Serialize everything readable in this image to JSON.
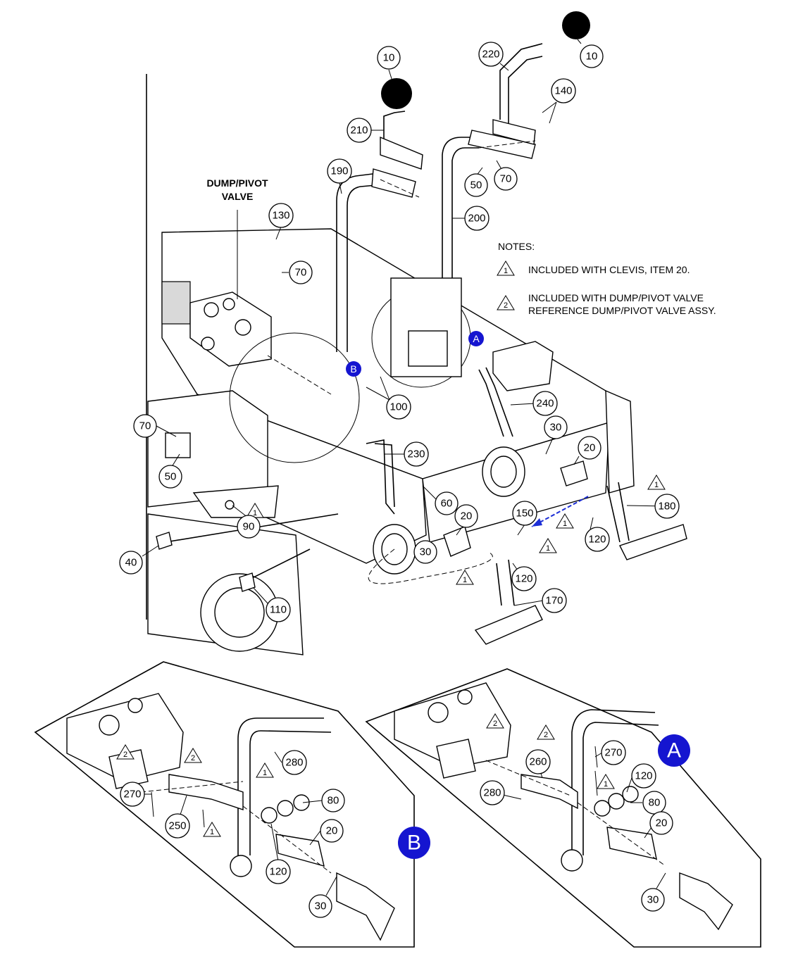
{
  "title": {
    "line1": "DUMP/PIVOT",
    "line2": "VALVE"
  },
  "notes": {
    "heading": "NOTES:",
    "note1_mark": "1",
    "note1_text": "INCLUDED WITH CLEVIS, ITEM 20.",
    "note2_mark": "2",
    "note2_line1": "INCLUDED WITH DUMP/PIVOT VALVE",
    "note2_line2": "REFERENCE DUMP/PIVOT VALVE ASSY."
  },
  "callouts": {
    "main_a": "A",
    "main_b": "B",
    "detail_a": "A",
    "detail_b": "B"
  },
  "balloons": {
    "knob_left": "10",
    "knob_right": "10",
    "lever_220": "220",
    "screws_140": "140",
    "lever_210": "210",
    "handle_190": "190",
    "handle_200": "200",
    "nut_50_top": "50",
    "washer_70_top": "70",
    "bolt_130": "130",
    "washer_70_mid": "70",
    "washer_70_left": "70",
    "nut_50_left": "50",
    "washers_100": "100",
    "link_240": "240",
    "link_230": "230",
    "nut_30_right": "30",
    "clevis_20_right": "20",
    "pedal_180": "180",
    "pin_150": "150",
    "washer_120_right": "120",
    "nut_60": "60",
    "clevis_20_mid": "20",
    "nut_30_mid": "30",
    "washer_120_mid": "120",
    "pedal_170": "170",
    "bracket_90": "90",
    "bolt_40": "40",
    "rod_110": "110",
    "b_280": "280",
    "b_80": "80",
    "b_270": "270",
    "b_250": "250",
    "b_20": "20",
    "b_120": "120",
    "b_30": "30",
    "a_270": "270",
    "a_120": "120",
    "a_260": "260",
    "a_280": "280",
    "a_80": "80",
    "a_20": "20",
    "a_30": "30"
  },
  "note_marks": {
    "main_right_a": "1",
    "main_right_b": "1",
    "main_mid_a": "1",
    "main_mid_b": "1",
    "main_low": "1",
    "b_valve": "2",
    "b_screw": "2",
    "b_pin": "1",
    "b_cotter": "1",
    "a_valve": "2",
    "a_screw": "2",
    "a_pin": "1"
  }
}
